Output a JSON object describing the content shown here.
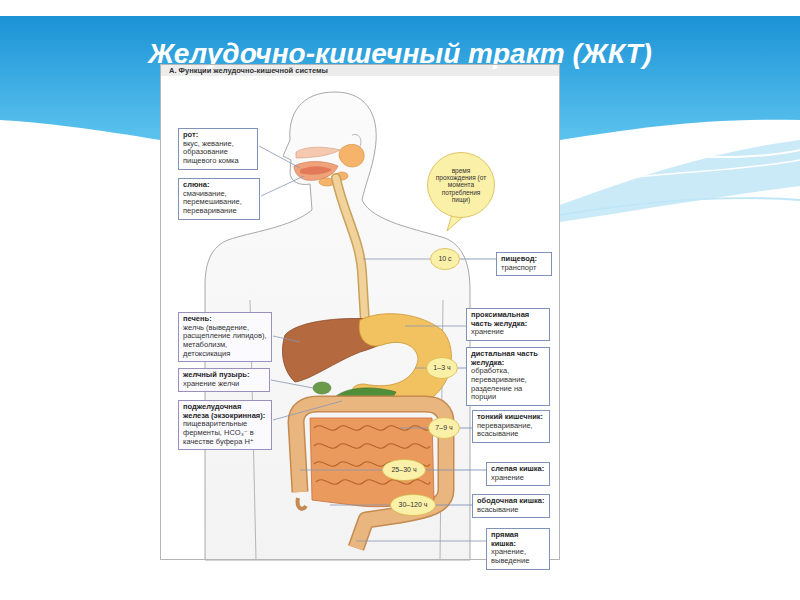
{
  "diagram": {
    "title": "Желудочно-кишечный тракт (ЖКТ)",
    "nodes": [
      {
        "text": [
          "А. Функции желудочно-кишечной системы"
        ]
      },
      {
        "text": [
          "рот:",
          "вкус, жевание, образование пищевого комка"
        ],
        "in": 0
      },
      {
        "text": [
          "слюна:",
          "смачивание, перемешивание, переваривание"
        ],
        "in": 0
      },
      {
        "text": [
          "время прохождения (от момента потребления пищи)"
        ],
        "in": 0
      },
      {
        "text": [
          "10 с"
        ],
        "in": 0
      },
      {
        "text": [
          "пищевод:",
          "транспорт"
        ],
        "in": 0
      },
      {
        "text": [
          "печень:",
          "желчь (выведение, расщепление липидов), метаболизм, детоксикация"
        ],
        "in": 0
      },
      {
        "text": [
          "проксимальная часть желудка:",
          "хранение"
        ],
        "in": 0
      },
      {
        "text": [
          "1–3 ч"
        ],
        "in": 0
      },
      {
        "text": [
          "дистальная часть желудка:",
          "обработка, переваривание, разделение на порции"
        ],
        "in": 0
      },
      {
        "text": [
          "желчный пузырь:",
          "хранение желчи"
        ],
        "in": 0
      },
      {
        "text": [
          "поджелудочная железа (экзокринная):",
          "пищеварительные ферменты, HCO₃⁻ в качестве буфера H⁺"
        ],
        "in": 0
      },
      {
        "text": [
          "7–9 ч"
        ],
        "in": 0
      },
      {
        "text": [
          "тонкий кишечник:",
          "переваривание, всасывание"
        ],
        "in": 0
      },
      {
        "text": [
          "25–30 ч"
        ],
        "in": 0
      },
      {
        "text": [
          "слепая кишка:",
          "хранение"
        ],
        "in": 0
      },
      {
        "text": [
          "30–120 ч"
        ],
        "in": 0
      },
      {
        "text": [
          "ободочная кишка:",
          "всасывание"
        ],
        "in": 0
      },
      {
        "text": [
          "прямая кишка:",
          "хранение, выведение"
        ],
        "in": 0
      }
    ],
    "edges": [
      {
        "from": 4,
        "to": 5,
        "arrow": "none"
      },
      {
        "from": 8,
        "to": 9,
        "arrow": "none"
      },
      {
        "from": 12,
        "to": 13,
        "arrow": "none"
      },
      {
        "from": 14,
        "to": 15,
        "arrow": "none"
      },
      {
        "from": 16,
        "to": 17,
        "arrow": "none"
      }
    ]
  }
}
